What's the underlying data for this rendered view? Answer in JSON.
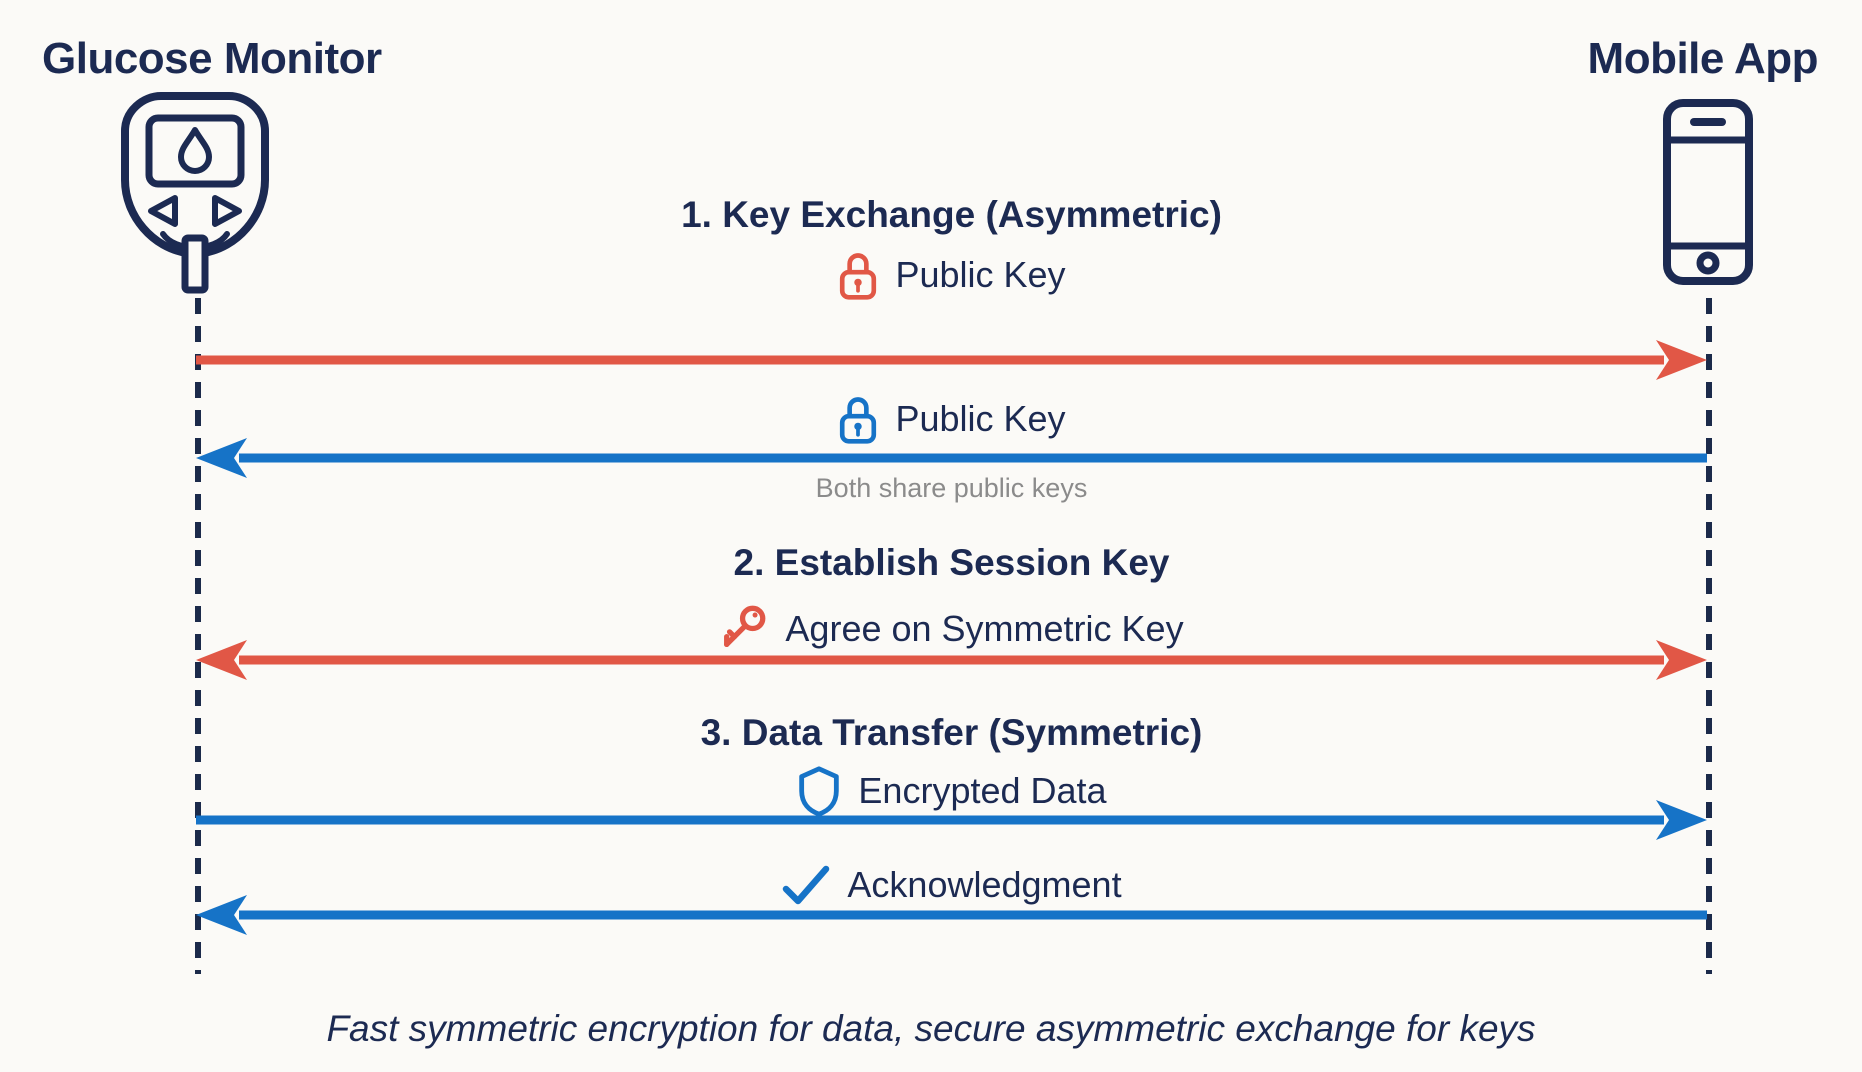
{
  "diagram": {
    "left_actor": {
      "label": "Glucose Monitor",
      "icon": "glucose-monitor-icon"
    },
    "right_actor": {
      "label": "Mobile App",
      "icon": "smartphone-icon"
    },
    "sections": [
      {
        "title": "1. Key Exchange (Asymmetric)"
      },
      {
        "title": "2. Establish Session Key"
      },
      {
        "title": "3. Data Transfer (Symmetric)"
      }
    ],
    "messages": [
      {
        "label": "Public Key",
        "icon": "lock-icon",
        "color": "#e15746",
        "direction": "left-to-right"
      },
      {
        "label": "Public Key",
        "icon": "lock-icon",
        "color": "#1673c7",
        "direction": "right-to-left",
        "note": "Both share public keys"
      },
      {
        "label": "Agree on Symmetric Key",
        "icon": "key-icon",
        "color": "#e15746",
        "direction": "bidirectional"
      },
      {
        "label": "Encrypted Data",
        "icon": "shield-icon",
        "color": "#1673c7",
        "direction": "left-to-right"
      },
      {
        "label": "Acknowledgment",
        "icon": "check-icon",
        "color": "#1673c7",
        "direction": "right-to-left"
      }
    ],
    "caption": "Fast symmetric encryption for data, secure asymmetric exchange for keys",
    "colors": {
      "navy": "#1c2a52",
      "red": "#e15746",
      "blue": "#1673c7",
      "gray": "#8b8b8b",
      "background": "#fbfaf7"
    }
  }
}
